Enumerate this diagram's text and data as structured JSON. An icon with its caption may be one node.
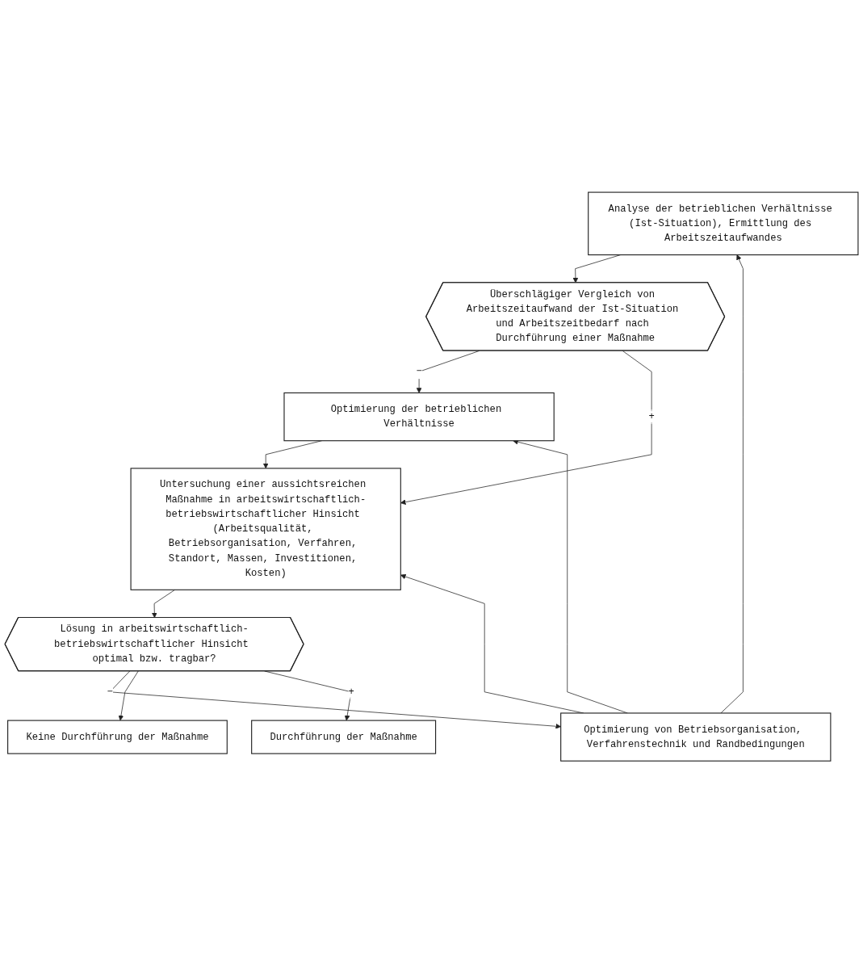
{
  "diagram": {
    "nodes": [
      {
        "text": [
          "Analyse der betrieblichen Verhältnisse (Ist-Situation), Ermittlung des Arbeitszeitaufwandes"
        ]
      },
      {
        "text": [
          "Überschlägiger Vergleich von Arbeitszeitaufwand der Ist-Situation und Arbeitszeitbedarf nach Durchführung einer Maßnahme"
        ]
      },
      {
        "text": [
          "Optimierung der betrieblichen Verhältnisse"
        ]
      },
      {
        "text": [
          "Untersuchung einer aussichtsreichen Maßnahme in arbeitswirtschaftlich-betriebswirtschaftlicher Hinsicht (Arbeitsqualität, Betriebsorganisation, Verfahren, Standort, Massen, Investitionen, Kosten)"
        ]
      },
      {
        "text": [
          "Lösung in arbeitswirtschaftlich-betriebswirtschaftlicher Hinsicht optimal bzw. tragbar?"
        ]
      },
      {
        "text": [
          "Optimierung von Betriebsorganisation, Verfahrenstechnik und Randbedingungen"
        ]
      },
      {
        "text": [
          "Keine Durchführung der Maßnahme"
        ]
      },
      {
        "text": [
          "Durchführung der Maßnahme"
        ]
      }
    ],
    "edges": [
      {
        "from": 0,
        "to": 1,
        "arrow": "to"
      },
      {
        "from": 1,
        "to": 2,
        "arrow": "to",
        "label": "−"
      },
      {
        "from": 1,
        "to": 3,
        "arrow": "to",
        "label": "+"
      },
      {
        "from": 2,
        "to": 3,
        "arrow": "to"
      },
      {
        "from": 3,
        "to": 4,
        "arrow": "to"
      },
      {
        "from": 4,
        "to": 5,
        "arrow": "to",
        "label": "−"
      },
      {
        "from": 4,
        "to": 6,
        "arrow": "to"
      },
      {
        "from": 4,
        "to": 7,
        "arrow": "to",
        "label": "+"
      },
      {
        "from": 5,
        "to": 0,
        "arrow": "to"
      },
      {
        "from": 5,
        "to": 2,
        "arrow": "to"
      },
      {
        "from": 5,
        "to": 3,
        "arrow": "to"
      }
    ]
  }
}
